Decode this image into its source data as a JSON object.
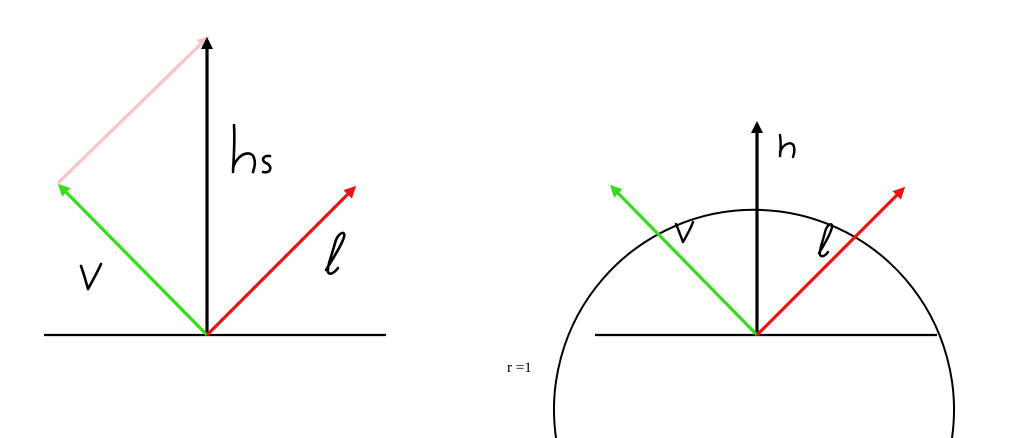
{
  "colors": {
    "surface": "#000000",
    "normal": "#000000",
    "view": "#33dd1a",
    "light": "#ee1111",
    "sum": "#f7c6c6",
    "circle": "#000000"
  },
  "left_panel": {
    "sum_vector_label": "h_s",
    "view_label": "v",
    "light_label": "ℓ"
  },
  "right_panel": {
    "normal_label": "h",
    "view_label": "v",
    "light_label": "ℓ",
    "radius_label": "r =1"
  }
}
